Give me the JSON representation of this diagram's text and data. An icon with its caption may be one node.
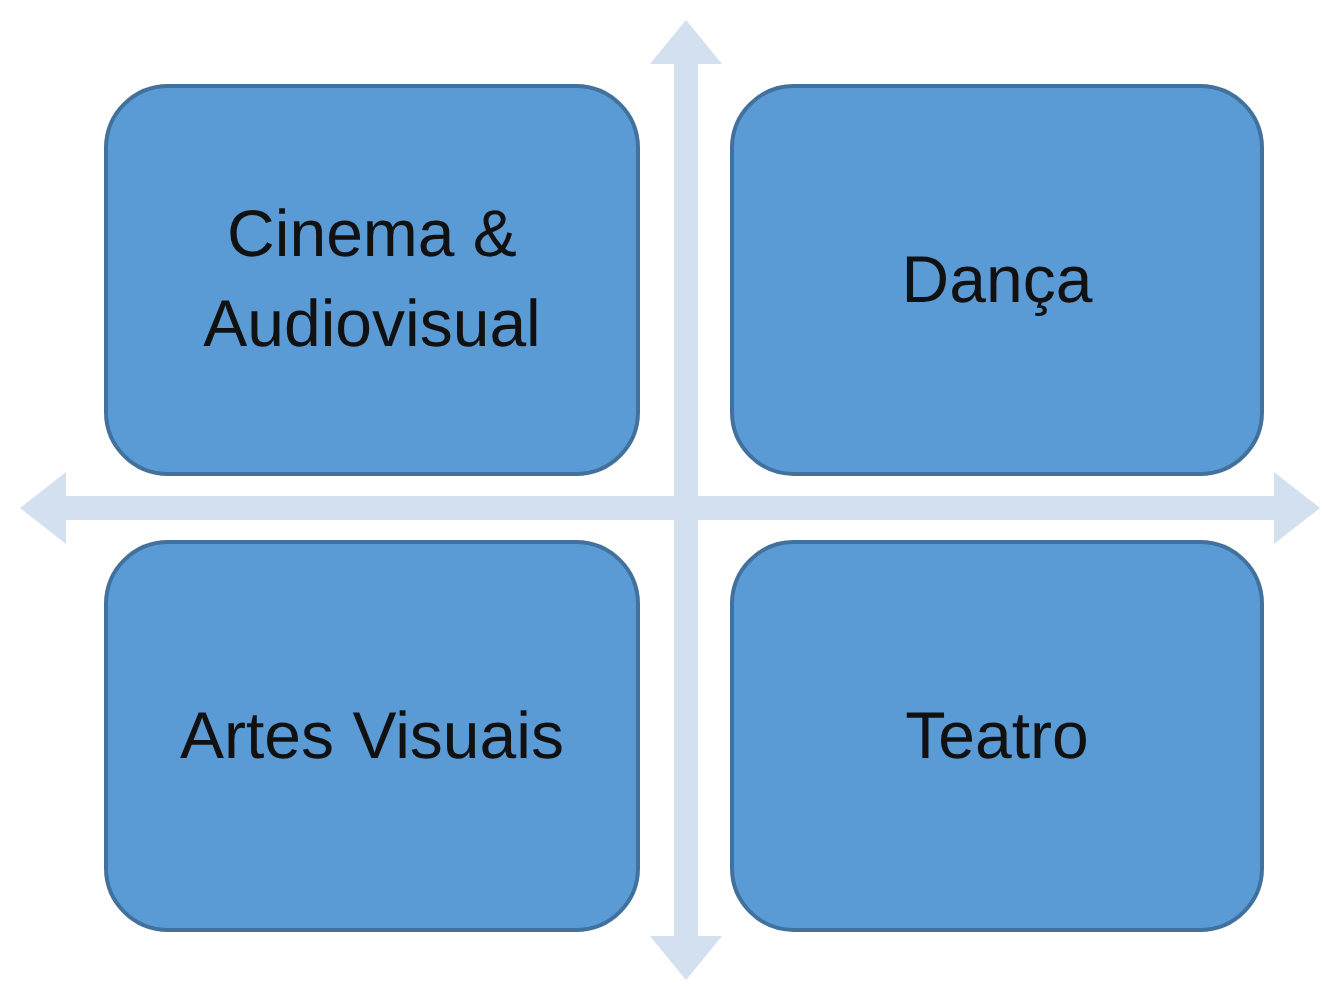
{
  "diagram": {
    "nodes": [
      {
        "text": [
          "Cinema & Audiovisual"
        ]
      },
      {
        "text": [
          "Dança"
        ]
      },
      {
        "text": [
          "Artes Visuais"
        ]
      },
      {
        "text": [
          "Teatro"
        ]
      }
    ]
  }
}
